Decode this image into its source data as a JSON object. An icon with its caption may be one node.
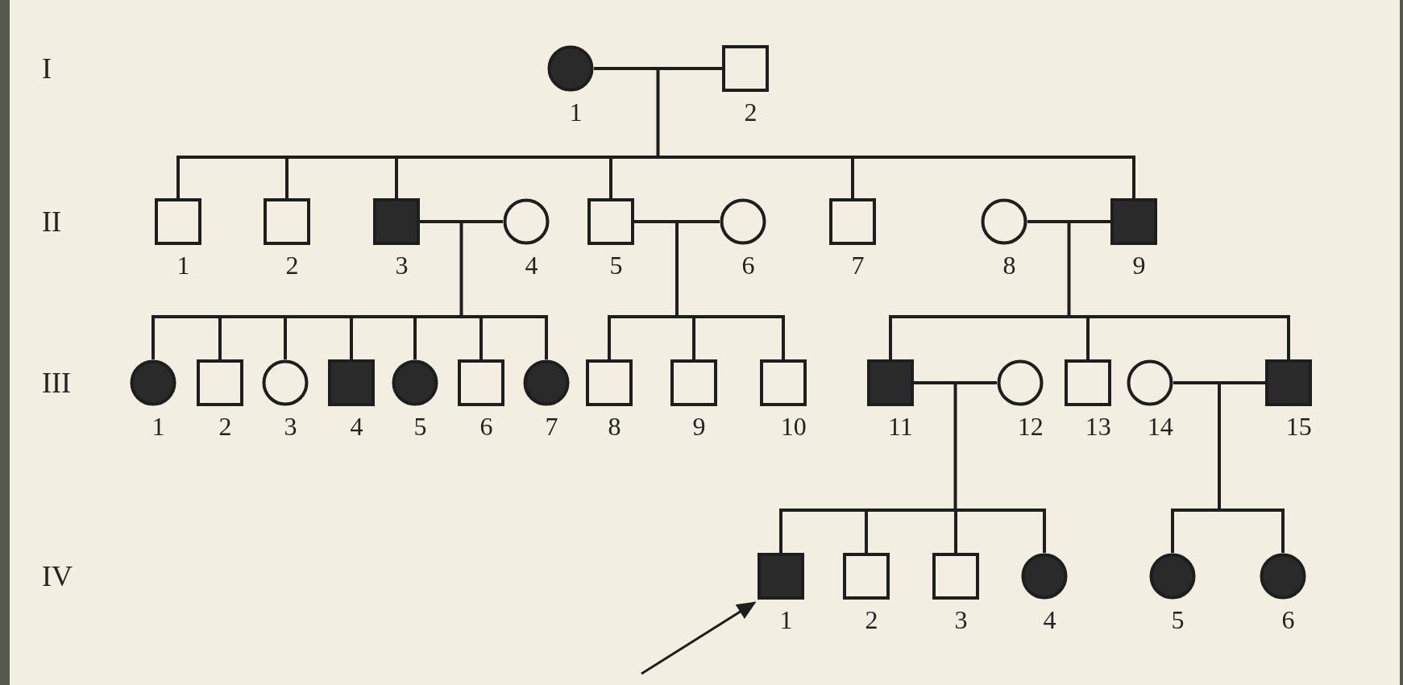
{
  "diagram": {
    "nodes": [
      {
        "text": [],
        "shape": "circle",
        "beside": [
          "1"
        ]
      },
      {
        "text": [],
        "shape": "box",
        "beside": [
          "2"
        ]
      },
      {
        "text": [],
        "shape": "box",
        "beside": [
          "1"
        ]
      },
      {
        "text": [],
        "shape": "box",
        "beside": [
          "2"
        ]
      },
      {
        "text": [],
        "shape": "box",
        "beside": [
          "3"
        ]
      },
      {
        "text": [],
        "shape": "circle",
        "beside": [
          "4"
        ]
      },
      {
        "text": [],
        "shape": "box",
        "beside": [
          "5"
        ]
      },
      {
        "text": [],
        "shape": "circle",
        "beside": [
          "6"
        ]
      },
      {
        "text": [],
        "shape": "box",
        "beside": [
          "7"
        ]
      },
      {
        "text": [],
        "shape": "circle",
        "beside": [
          "8"
        ]
      },
      {
        "text": [],
        "shape": "box",
        "beside": [
          "9"
        ]
      },
      {
        "text": [],
        "shape": "circle",
        "beside": [
          "1"
        ]
      },
      {
        "text": [],
        "shape": "box",
        "beside": [
          "2"
        ]
      },
      {
        "text": [],
        "shape": "circle",
        "beside": [
          "3"
        ]
      },
      {
        "text": [],
        "shape": "box",
        "beside": [
          "4"
        ]
      },
      {
        "text": [],
        "shape": "circle",
        "beside": [
          "5"
        ]
      },
      {
        "text": [],
        "shape": "box",
        "beside": [
          "6"
        ]
      },
      {
        "text": [],
        "shape": "circle",
        "beside": [
          "7"
        ]
      },
      {
        "text": [],
        "shape": "box",
        "beside": [
          "8"
        ]
      },
      {
        "text": [],
        "shape": "box",
        "beside": [
          "9"
        ]
      },
      {
        "text": [],
        "shape": "box",
        "beside": [
          "10"
        ]
      },
      {
        "text": [],
        "shape": "box",
        "beside": [
          "11"
        ]
      },
      {
        "text": [],
        "shape": "circle",
        "beside": [
          "12"
        ]
      },
      {
        "text": [],
        "shape": "box",
        "beside": [
          "13"
        ]
      },
      {
        "text": [],
        "shape": "circle",
        "beside": [
          "14"
        ]
      },
      {
        "text": [],
        "shape": "box",
        "beside": [
          "15"
        ]
      },
      {
        "text": [],
        "shape": "box",
        "beside": [
          "1"
        ]
      },
      {
        "text": [],
        "shape": "box",
        "beside": [
          "2"
        ]
      },
      {
        "text": [],
        "shape": "box",
        "beside": [
          "3"
        ]
      },
      {
        "text": [],
        "shape": "circle",
        "beside": [
          "4"
        ]
      },
      {
        "text": [],
        "shape": "circle",
        "beside": [
          "5"
        ]
      },
      {
        "text": [],
        "shape": "circle",
        "beside": [
          "6"
        ]
      }
    ],
    "edges": [
      {
        "from": 0,
        "to": 1,
        "arrow": "none"
      },
      {
        "from": 4,
        "to": 5,
        "arrow": "none"
      },
      {
        "from": 6,
        "to": 7,
        "arrow": "none"
      },
      {
        "from": 9,
        "to": 10,
        "arrow": "none"
      },
      {
        "from": 21,
        "to": 22,
        "arrow": "none"
      },
      {
        "from": 24,
        "to": 25,
        "arrow": "none"
      },
      {
        "from": 0,
        "to": 2,
        "arrow": "none"
      },
      {
        "from": 1,
        "to": 2,
        "arrow": "none"
      },
      {
        "from": 0,
        "to": 3,
        "arrow": "none"
      },
      {
        "from": 1,
        "to": 3,
        "arrow": "none"
      },
      {
        "from": 0,
        "to": 4,
        "arrow": "none"
      },
      {
        "from": 1,
        "to": 4,
        "arrow": "none"
      },
      {
        "from": 0,
        "to": 6,
        "arrow": "none"
      },
      {
        "from": 1,
        "to": 6,
        "arrow": "none"
      },
      {
        "from": 0,
        "to": 8,
        "arrow": "none"
      },
      {
        "from": 1,
        "to": 8,
        "arrow": "none"
      },
      {
        "from": 0,
        "to": 10,
        "arrow": "none"
      },
      {
        "from": 1,
        "to": 10,
        "arrow": "none"
      },
      {
        "from": 4,
        "to": 11,
        "arrow": "none"
      },
      {
        "from": 5,
        "to": 11,
        "arrow": "none"
      },
      {
        "from": 4,
        "to": 12,
        "arrow": "none"
      },
      {
        "from": 5,
        "to": 12,
        "arrow": "none"
      },
      {
        "from": 4,
        "to": 13,
        "arrow": "none"
      },
      {
        "from": 5,
        "to": 13,
        "arrow": "none"
      },
      {
        "from": 4,
        "to": 14,
        "arrow": "none"
      },
      {
        "from": 5,
        "to": 14,
        "arrow": "none"
      },
      {
        "from": 4,
        "to": 15,
        "arrow": "none"
      },
      {
        "from": 5,
        "to": 15,
        "arrow": "none"
      },
      {
        "from": 4,
        "to": 16,
        "arrow": "none"
      },
      {
        "from": 5,
        "to": 16,
        "arrow": "none"
      },
      {
        "from": 4,
        "to": 17,
        "arrow": "none"
      },
      {
        "from": 5,
        "to": 17,
        "arrow": "none"
      },
      {
        "from": 6,
        "to": 18,
        "arrow": "none"
      },
      {
        "from": 7,
        "to": 18,
        "arrow": "none"
      },
      {
        "from": 6,
        "to": 19,
        "arrow": "none"
      },
      {
        "from": 7,
        "to": 19,
        "arrow": "none"
      },
      {
        "from": 6,
        "to": 20,
        "arrow": "none"
      },
      {
        "from": 7,
        "to": 20,
        "arrow": "none"
      },
      {
        "from": 9,
        "to": 21,
        "arrow": "none"
      },
      {
        "from": 10,
        "to": 21,
        "arrow": "none"
      },
      {
        "from": 9,
        "to": 23,
        "arrow": "none"
      },
      {
        "from": 10,
        "to": 23,
        "arrow": "none"
      },
      {
        "from": 9,
        "to": 25,
        "arrow": "none"
      },
      {
        "from": 10,
        "to": 25,
        "arrow": "none"
      },
      {
        "from": 21,
        "to": 26,
        "arrow": "none"
      },
      {
        "from": 22,
        "to": 26,
        "arrow": "none"
      },
      {
        "from": 21,
        "to": 27,
        "arrow": "none"
      },
      {
        "from": 22,
        "to": 27,
        "arrow": "none"
      },
      {
        "from": 21,
        "to": 28,
        "arrow": "none"
      },
      {
        "from": 22,
        "to": 28,
        "arrow": "none"
      },
      {
        "from": 21,
        "to": 29,
        "arrow": "none"
      },
      {
        "from": 22,
        "to": 29,
        "arrow": "none"
      },
      {
        "from": 24,
        "to": 30,
        "arrow": "none"
      },
      {
        "from": 25,
        "to": 30,
        "arrow": "none"
      },
      {
        "from": 24,
        "to": 31,
        "arrow": "none"
      },
      {
        "from": 25,
        "to": 31,
        "arrow": "none"
      },
      {
        "from": null,
        "to": 26,
        "arrow": "to"
      }
    ],
    "labels": [
      "I",
      "II",
      "III",
      "IV"
    ]
  }
}
